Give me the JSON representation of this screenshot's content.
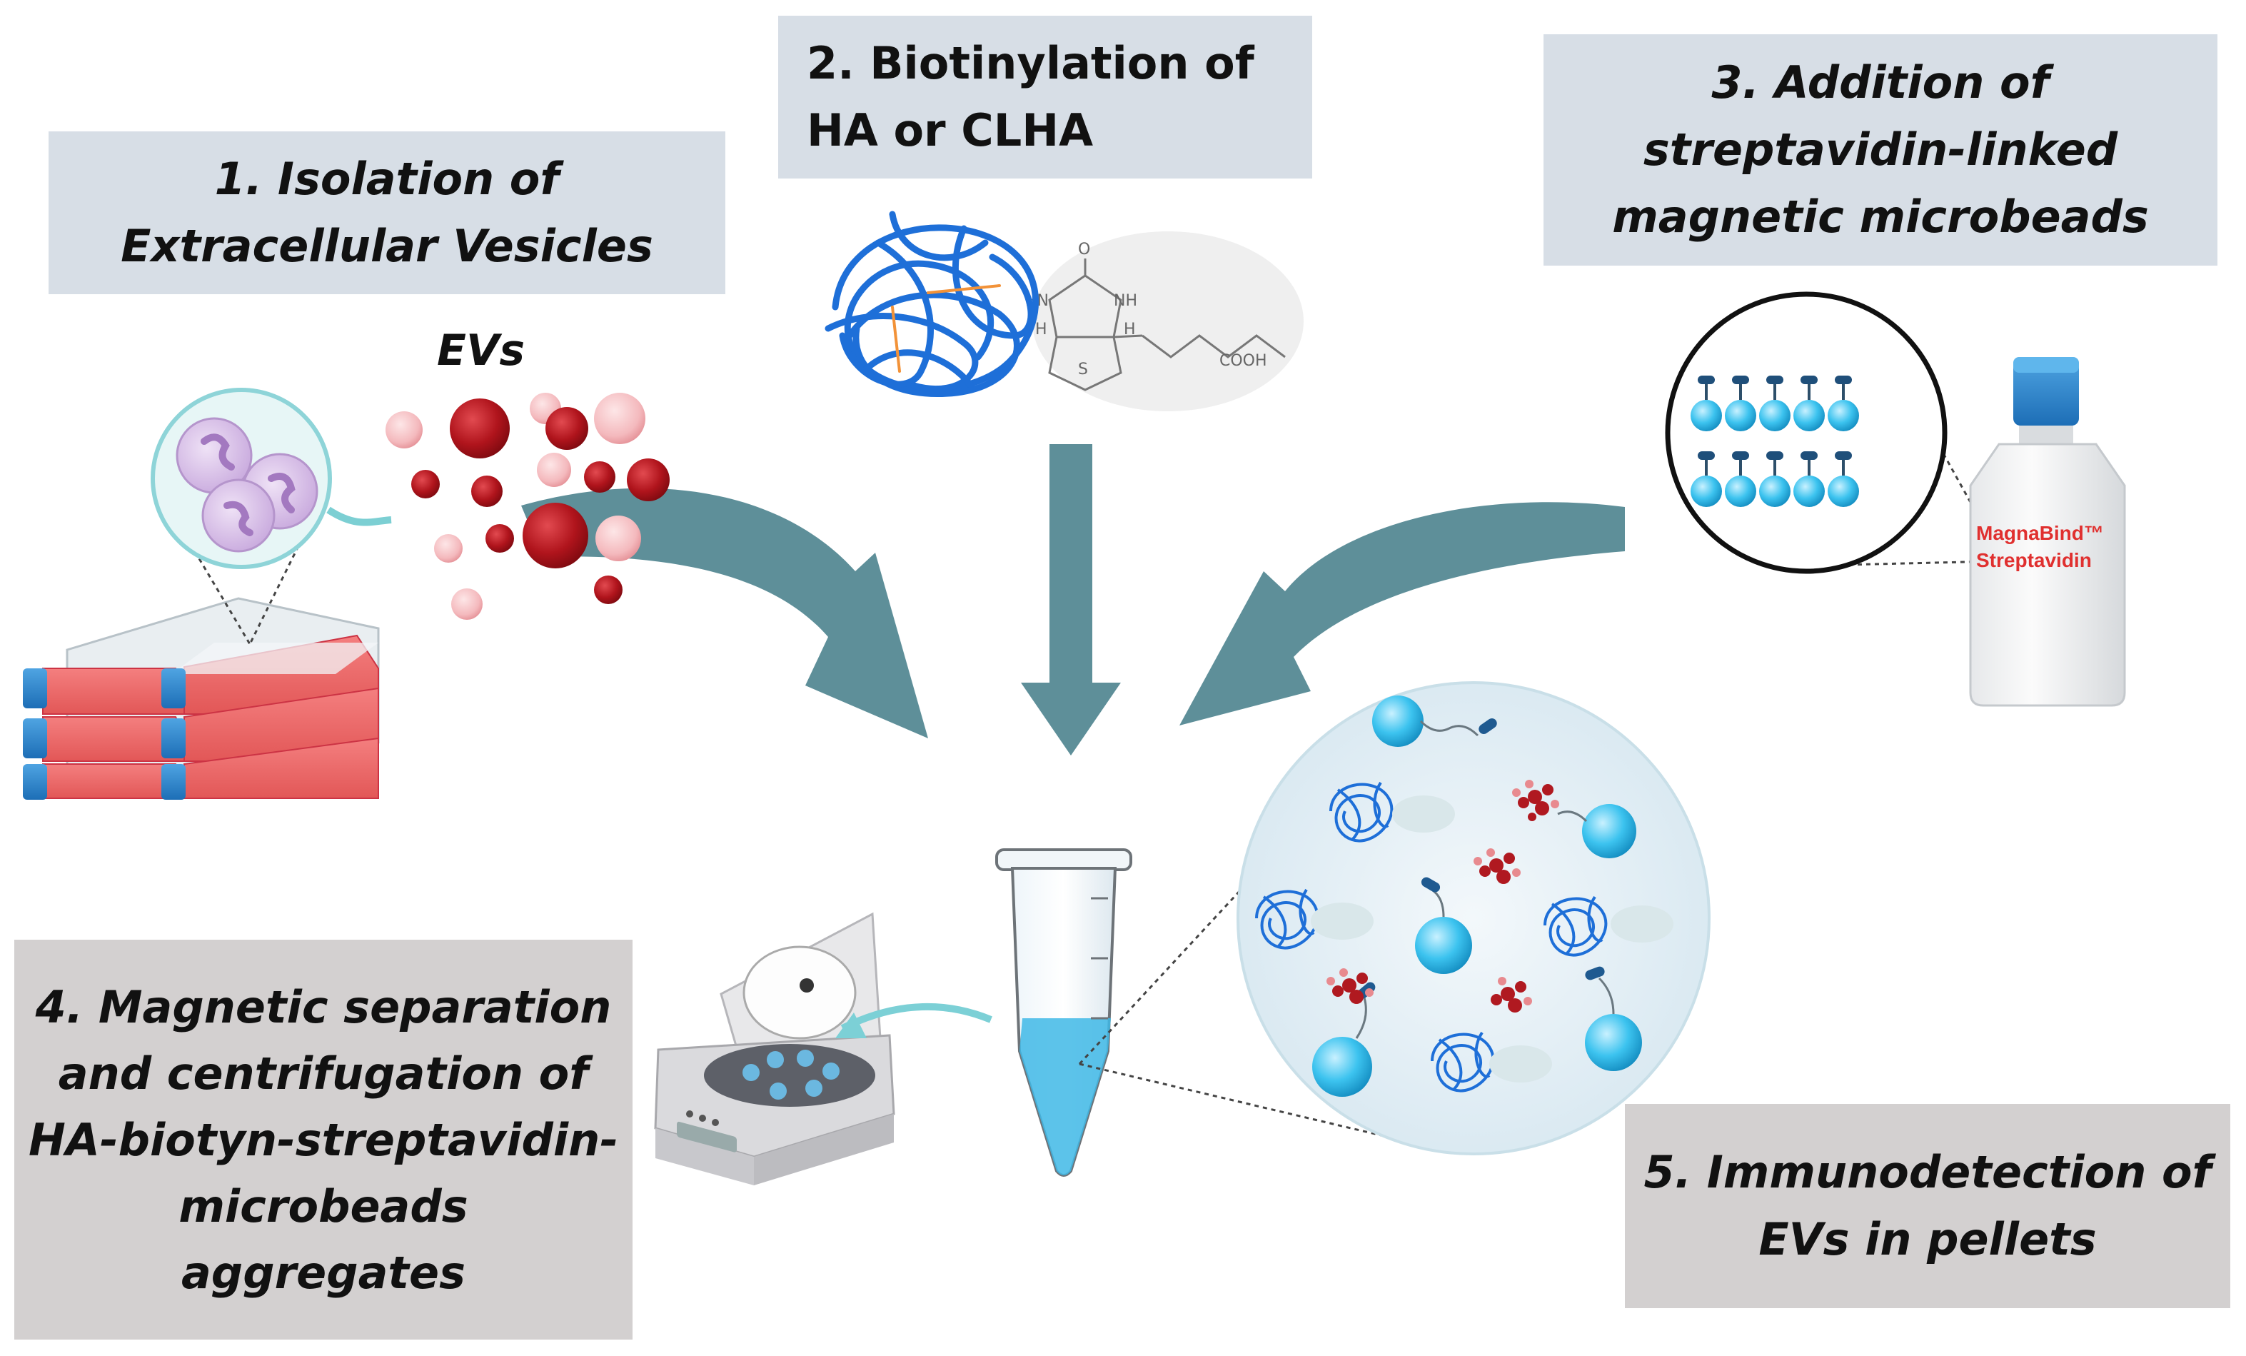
{
  "steps": {
    "step1": {
      "line1": "1. Isolation of",
      "line2": "Extracellular Vesicles"
    },
    "step2": {
      "line1": "2. Biotinylation of",
      "line2": "HA or CLHA"
    },
    "step3": {
      "line1": "3. Addition of",
      "line2": "streptavidin-linked",
      "line3": "magnetic microbeads"
    },
    "step4": {
      "line1": "4. Magnetic  separation",
      "line2": "and centrifugation of",
      "line3": "HA-biotyn-streptavidin-",
      "line4": "microbeads",
      "line5": "aggregates"
    },
    "step5": {
      "line1": "5. Immunodetection of",
      "line2": "EVs in pellets"
    }
  },
  "ev_label": "EVs",
  "molecule": {
    "nh1": "HN",
    "nh2": "NH",
    "o": "O",
    "h1": "H",
    "h2": "H",
    "s": "S",
    "cooh": "COOH"
  },
  "bottle": {
    "brand": "MagnaBind™",
    "product": "Streptavidin"
  },
  "colors": {
    "label_box_blue": "#d7dee6",
    "label_box_gray": "#d3d0d0",
    "arrow_teal": "#5e8f99",
    "ev_red": "#a8141c",
    "ev_pink": "#f2b9bd",
    "polymer_blue": "#1e6fd8",
    "bead_cyan": "#2ab4e0",
    "flask_red": "#ee6f6f"
  },
  "icons": [
    "flask-stack-icon",
    "cell-icon",
    "ev-icon",
    "hyaluronan-coil-icon",
    "biotin-molecule-icon",
    "bead-icon",
    "reagent-bottle-icon",
    "centrifuge-icon",
    "tube-icon",
    "arrow-icon"
  ]
}
